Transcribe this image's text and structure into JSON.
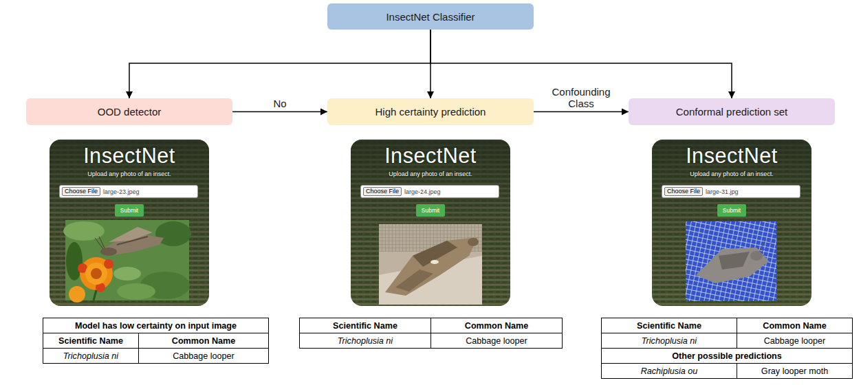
{
  "diagram": {
    "nodes": [
      {
        "text": [
          "InsectNet Classifier"
        ]
      },
      {
        "text": [
          "OOD detector"
        ]
      },
      {
        "text": [
          "High certainty prediction"
        ]
      },
      {
        "text": [
          "Conformal prediction set"
        ]
      },
      {
        "text": [
          "InsectNet",
          "Upload any photo of an insect."
        ]
      },
      {
        "text": [
          "Choose File",
          "large-23.jpeg"
        ],
        "in": 4
      },
      {
        "text": [
          "Submit"
        ],
        "in": 4
      },
      {
        "text": [
          "InsectNet",
          "Upload any photo of an insect."
        ]
      },
      {
        "text": [
          "Choose File",
          "large-24.jpeg"
        ],
        "in": 7
      },
      {
        "text": [
          "Submit"
        ],
        "in": 7
      },
      {
        "text": [
          "InsectNet",
          "Upload any photo of an insect."
        ]
      },
      {
        "text": [
          "Choose File",
          "large-31.jpg"
        ],
        "in": 10
      },
      {
        "text": [
          "Submit"
        ],
        "in": 10
      }
    ],
    "edges": [
      {
        "from": 0,
        "to": 1,
        "arrow": "to"
      },
      {
        "from": 0,
        "to": 2,
        "arrow": "to"
      },
      {
        "from": 0,
        "to": 3,
        "arrow": "to"
      },
      {
        "from": 1,
        "to": 2,
        "label": "No",
        "arrow": "to"
      },
      {
        "from": 2,
        "to": 3,
        "label": "Confounding Class",
        "arrow": "to"
      }
    ],
    "labels": [
      "Model has low certainty on input image",
      "Scientific Name",
      "Common Name",
      "Trichoplusia ni",
      "Cabbage looper",
      "Scientific Name",
      "Common Name",
      "Trichoplusia ni",
      "Cabbage looper",
      "Scientific Name",
      "Common Name",
      "Trichoplusia ni",
      "Cabbage looper",
      "Other possible predictions",
      "Rachiplusia ou",
      "Gray looper moth"
    ]
  }
}
